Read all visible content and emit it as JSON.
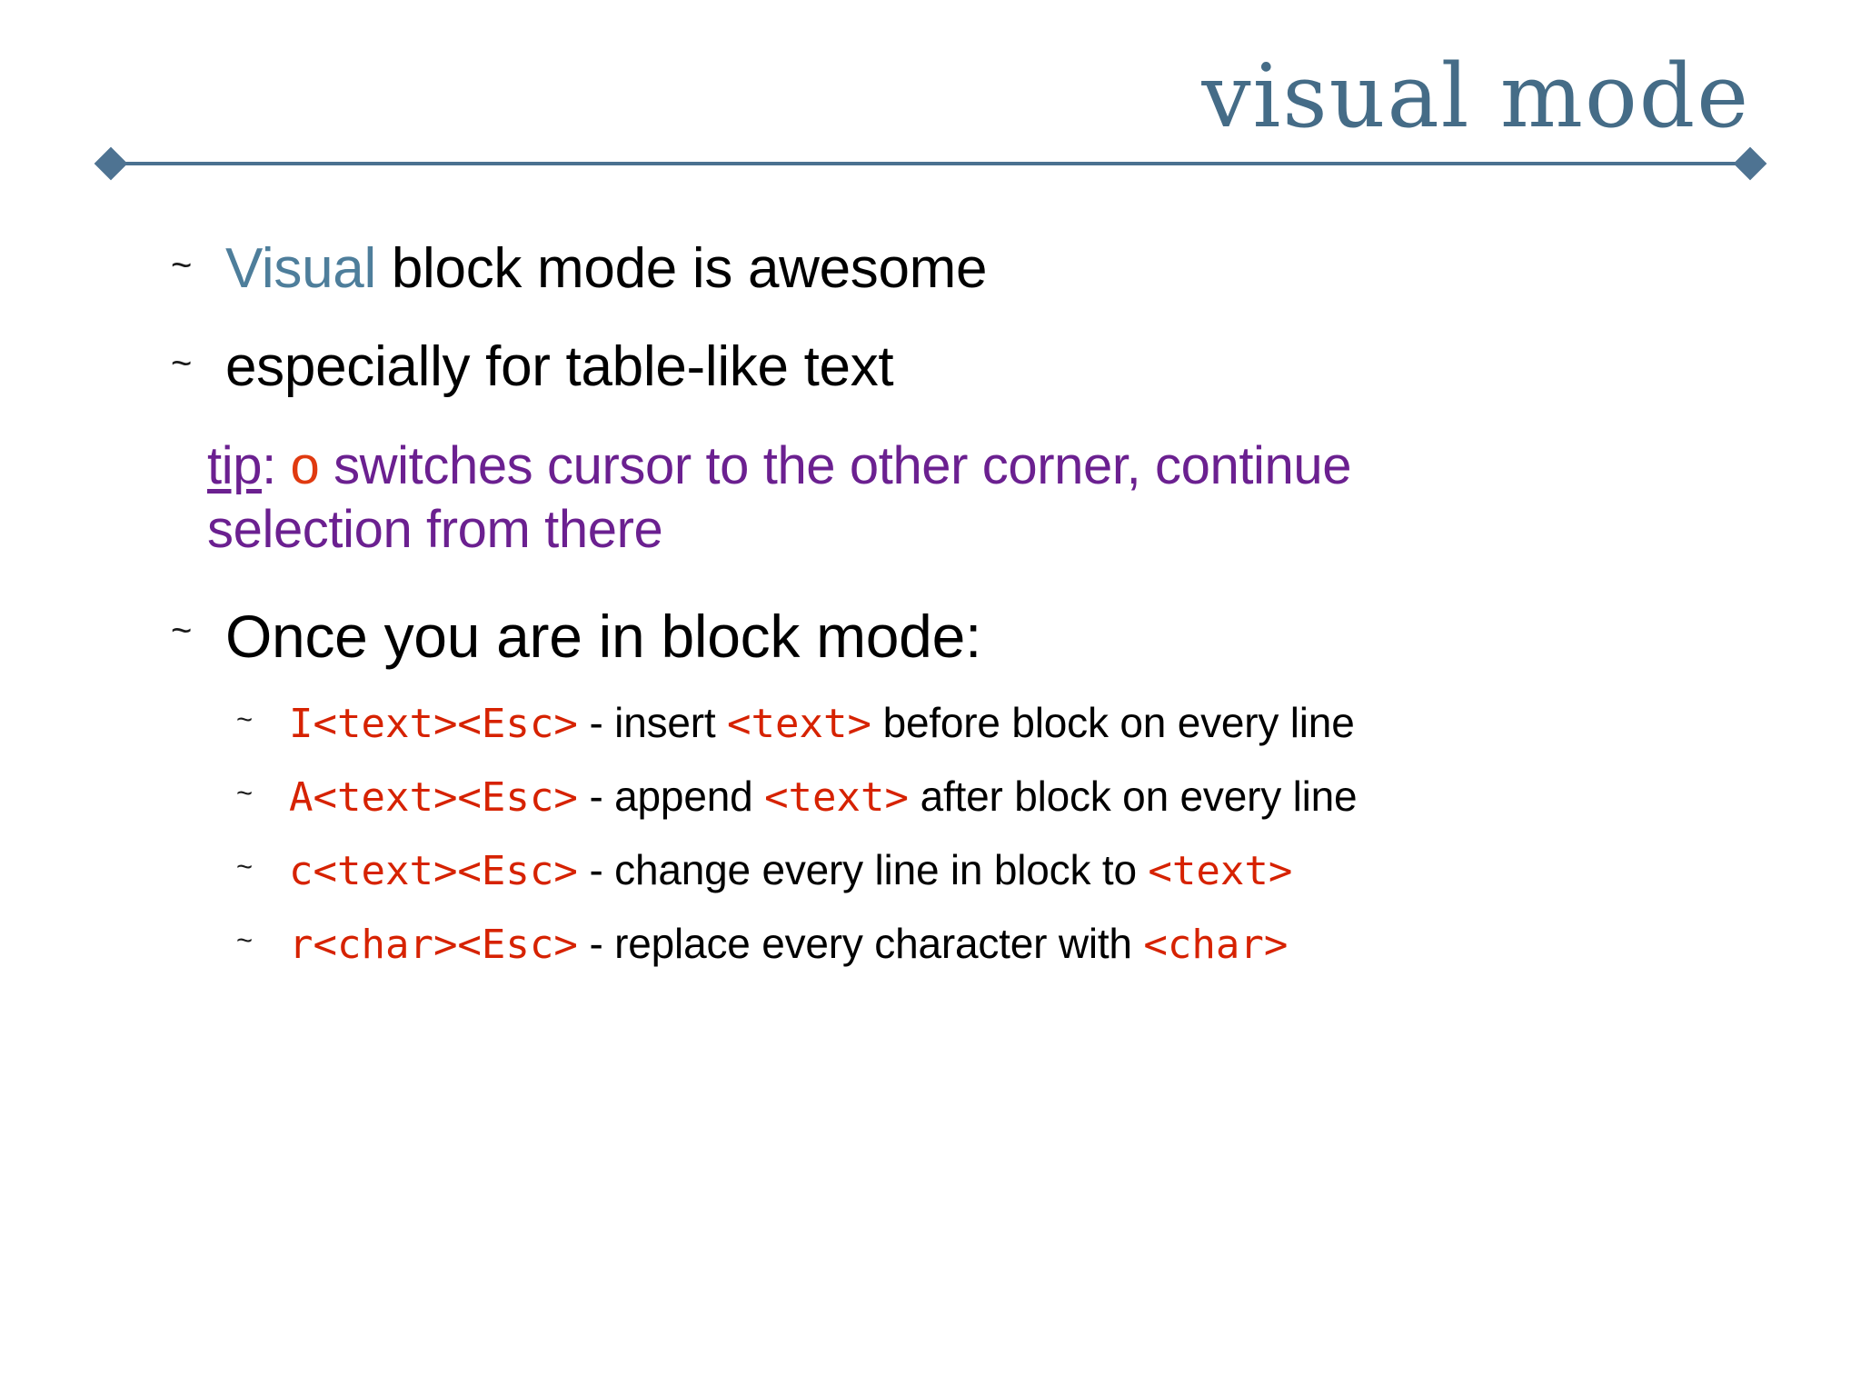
{
  "slide": {
    "title": "visual  mode",
    "bullet_glyph": "~",
    "colors": {
      "title": "#456C87",
      "rule": "#4A7190",
      "accent_blue": "#4E7E9B",
      "tip_purple": "#6B2090",
      "tip_key_red": "#E03A10",
      "code_red": "#D62200",
      "body_text": "#000000",
      "background": "#FFFFFF"
    },
    "bullets": [
      {
        "id": "visual-block-mode",
        "highlight": "Visual",
        "text": " block mode is awesome"
      },
      {
        "id": "table-like-text",
        "highlight": "",
        "text": "especially for table-like text"
      }
    ],
    "tip": {
      "label": "tip",
      "separator": ": ",
      "key": "o",
      "text": " switches cursor to the other corner, continue selection from there"
    },
    "section": {
      "id": "once-in-block-mode",
      "text": "Once you are in block mode:"
    },
    "commands": [
      {
        "id": "insert-before-block",
        "code": "I<text><Esc>",
        "sep": "  - insert ",
        "code2": "<text>",
        "tail": " before block on every line"
      },
      {
        "id": "append-after-block",
        "code": "A<text><Esc>",
        "sep": " - append ",
        "code2": "<text>",
        "tail": " after block on every line"
      },
      {
        "id": "change-every-line",
        "code": "c<text><Esc>",
        "sep": " - change every line in block to ",
        "code2": "<text>",
        "tail": ""
      },
      {
        "id": "replace-every-character",
        "code": "r<char><Esc>",
        "sep": " - replace every character with ",
        "code2": "<char>",
        "tail": ""
      }
    ]
  }
}
